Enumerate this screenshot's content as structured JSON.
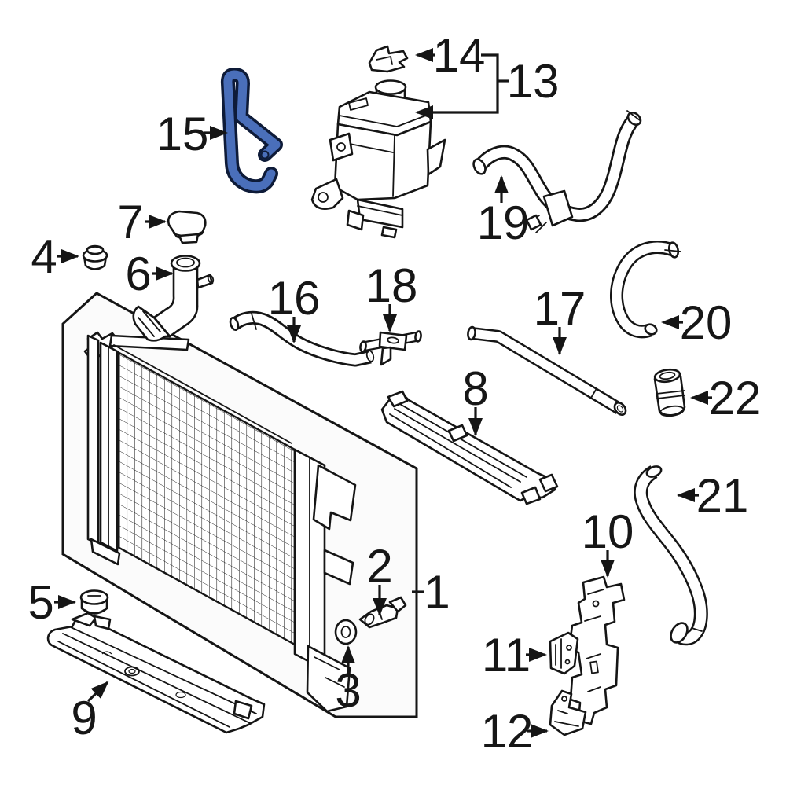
{
  "diagram": {
    "type": "exploded-parts-diagram",
    "subject": "radiator-assembly",
    "colors": {
      "background": "#ffffff",
      "line": "#151515",
      "highlight": "#4a6fba",
      "highlight_outline": "#0e1b38"
    },
    "callouts": [
      {
        "num": "1"
      },
      {
        "num": "2"
      },
      {
        "num": "3"
      },
      {
        "num": "4"
      },
      {
        "num": "5"
      },
      {
        "num": "6"
      },
      {
        "num": "7"
      },
      {
        "num": "8"
      },
      {
        "num": "9"
      },
      {
        "num": "10"
      },
      {
        "num": "11"
      },
      {
        "num": "12"
      },
      {
        "num": "13"
      },
      {
        "num": "14"
      },
      {
        "num": "15"
      },
      {
        "num": "16"
      },
      {
        "num": "17"
      },
      {
        "num": "18"
      },
      {
        "num": "19"
      },
      {
        "num": "20"
      },
      {
        "num": "21"
      },
      {
        "num": "22"
      }
    ]
  }
}
